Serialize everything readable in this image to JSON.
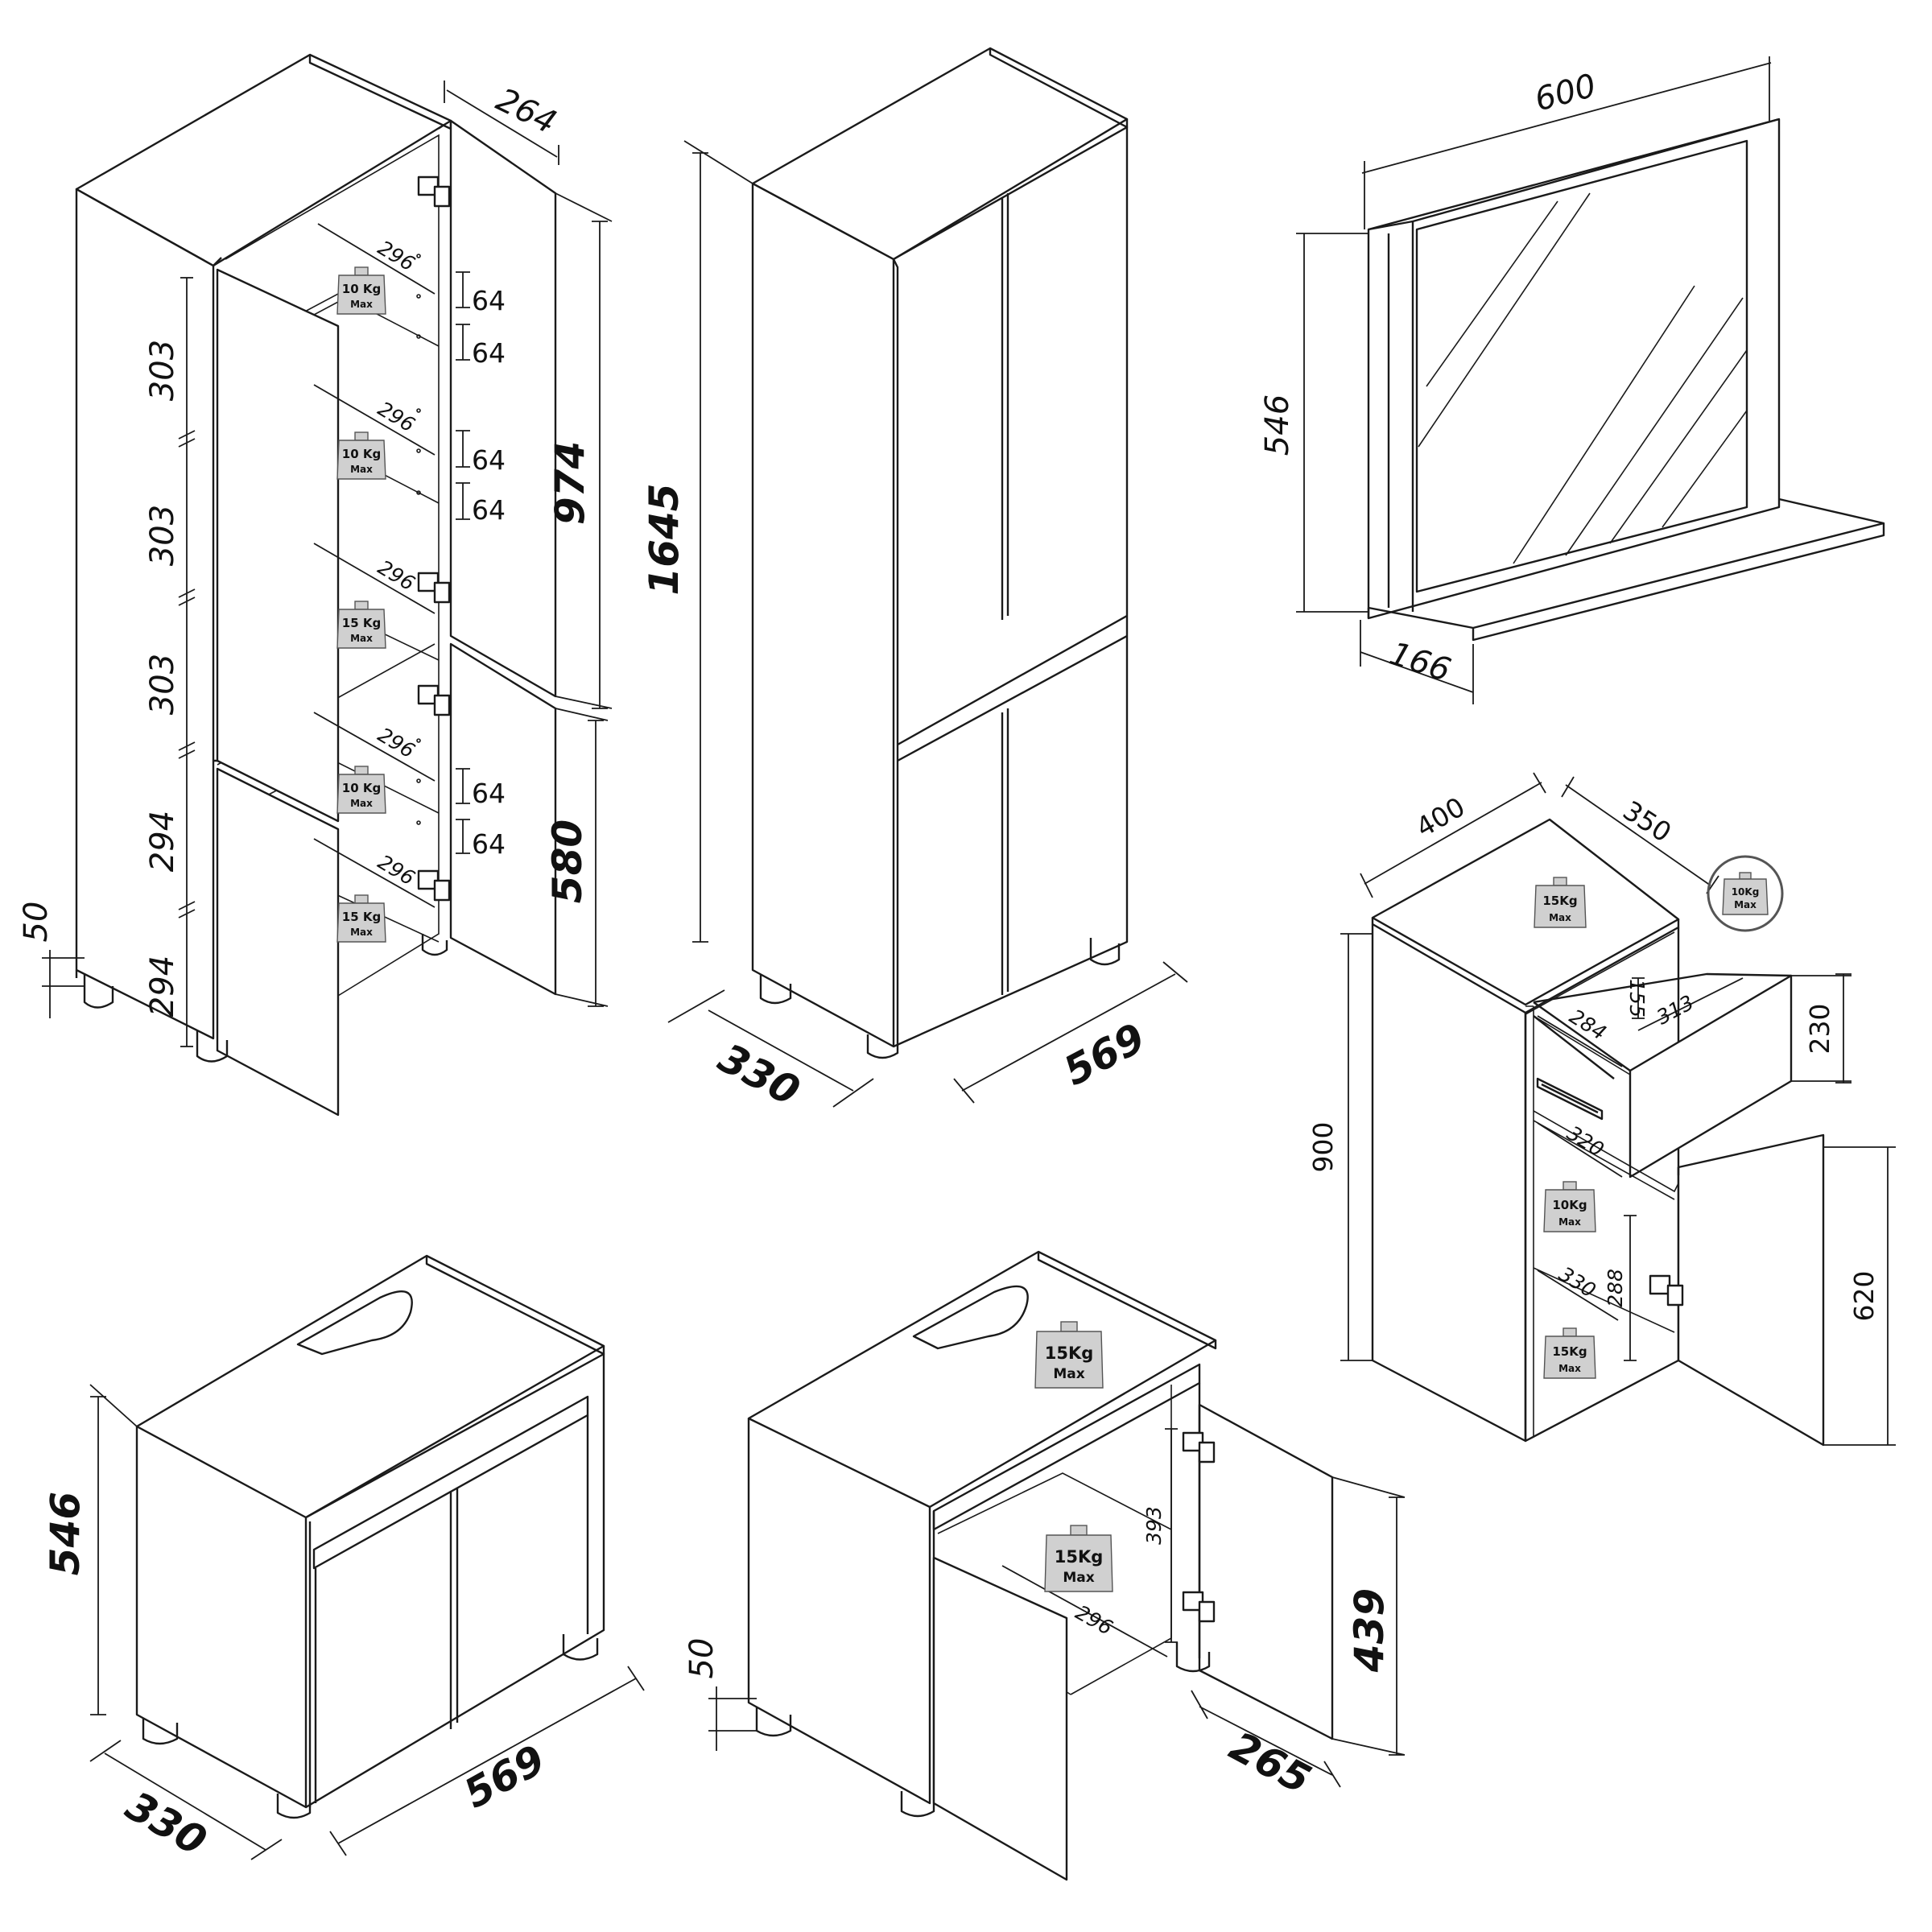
{
  "tall_cabinet_open": {
    "top_depth": "264",
    "shelf_depths": [
      "296",
      "296",
      "296",
      "296",
      "296"
    ],
    "shelf_gaps": [
      "64",
      "64",
      "64",
      "64",
      "64",
      "64"
    ],
    "compartment_heights": [
      "303",
      "303",
      "303",
      "294",
      "294"
    ],
    "upper_door_height": "974",
    "lower_door_height": "580",
    "foot_height": "50",
    "load_labels": [
      {
        "kg": "10 Kg",
        "max": "Max"
      },
      {
        "kg": "10 Kg",
        "max": "Max"
      },
      {
        "kg": "15 Kg",
        "max": "Max"
      },
      {
        "kg": "10 Kg",
        "max": "Max"
      },
      {
        "kg": "15 Kg",
        "max": "Max"
      }
    ]
  },
  "tall_cabinet_closed": {
    "height": "1645",
    "depth": "330",
    "width": "569"
  },
  "mirror": {
    "width": "600",
    "height": "546",
    "shelf_depth": "166"
  },
  "side_cabinet": {
    "width": "400",
    "depth": "350",
    "height": "900",
    "drawer_height": "155",
    "drawer_inner_depth": "284",
    "drawer_inner_width": "313",
    "drawer_front_height": "230",
    "shelf_width": "320",
    "lower_shelf_width": "330",
    "compartment_height": "288",
    "door_height": "620",
    "top_load": {
      "kg": "15Kg",
      "max": "Max"
    },
    "drawer_load": {
      "kg": "10Kg",
      "max": "Max"
    },
    "shelf_load": {
      "kg": "10Kg",
      "max": "Max"
    },
    "bottom_load": {
      "kg": "15Kg",
      "max": "Max"
    }
  },
  "vanity_closed": {
    "height": "546",
    "depth": "330",
    "width": "569"
  },
  "vanity_open": {
    "top_load": {
      "kg": "15Kg",
      "max": "Max"
    },
    "inner_load": {
      "kg": "15Kg",
      "max": "Max"
    },
    "inner_height": "393",
    "inner_depth": "296",
    "foot_height": "50",
    "door_height": "439",
    "door_width": "265"
  }
}
